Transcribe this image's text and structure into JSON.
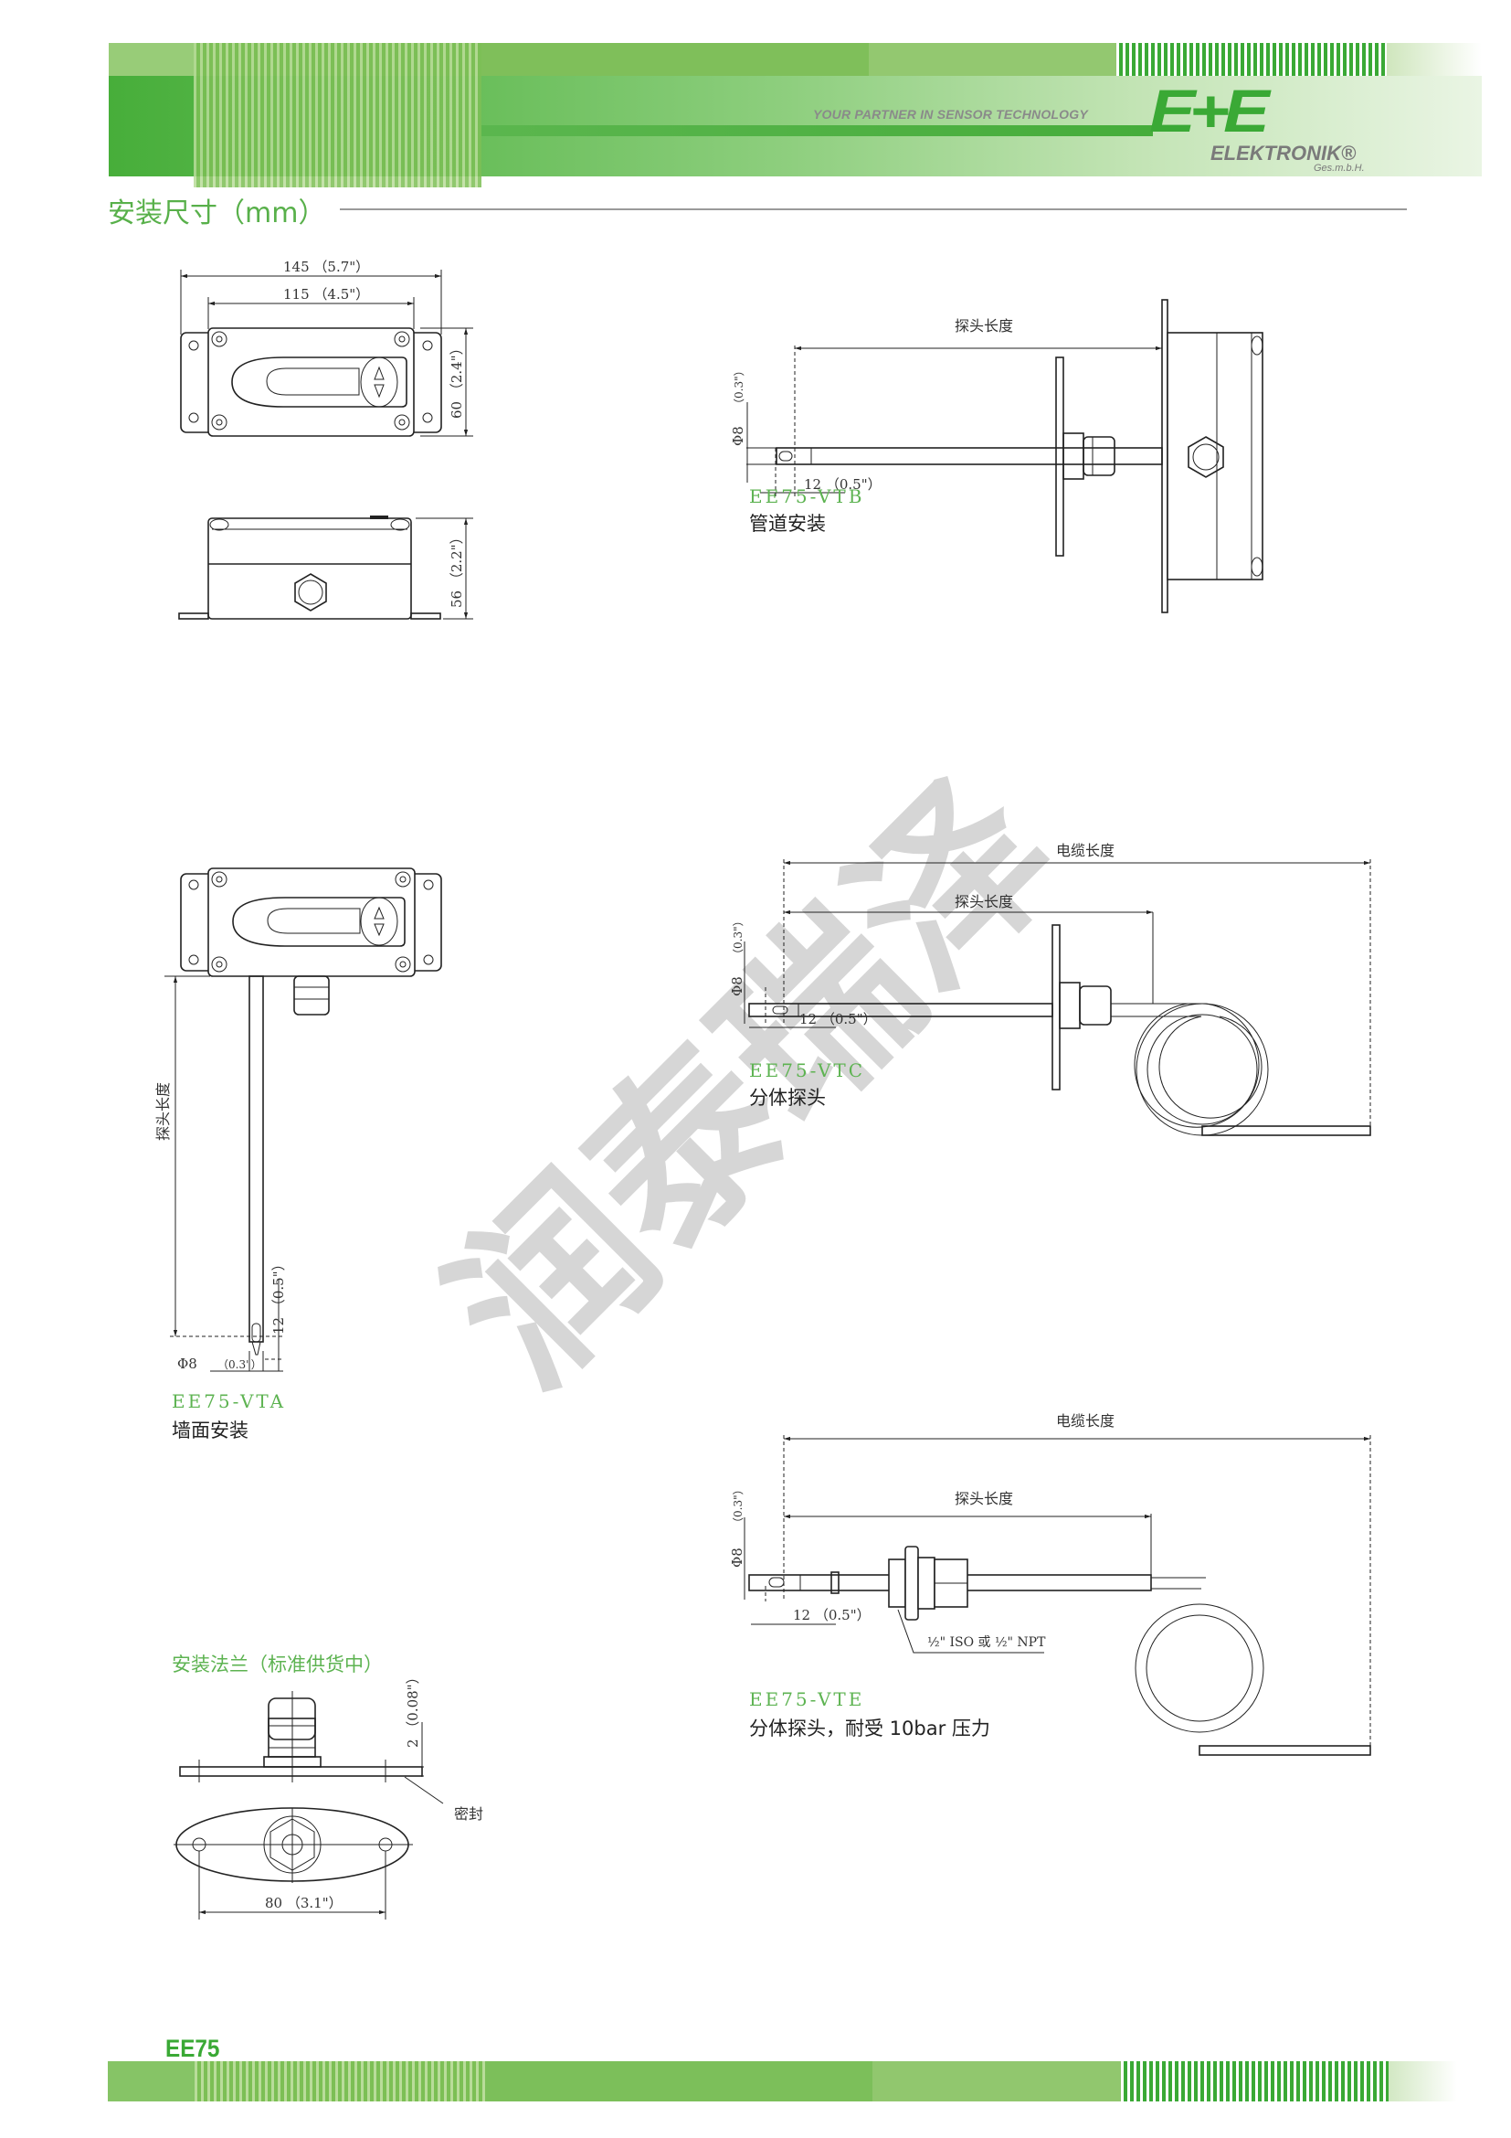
{
  "header": {
    "tagline": "YOUR PARTNER IN SENSOR TECHNOLOGY",
    "logo_mark": "E+E",
    "logo_name": "ELEKTRONIK®",
    "logo_sub": "Ges.m.b.H.",
    "brand_color": "#3aa935"
  },
  "section_title": "安装尺寸（mm）",
  "watermark": "润泰瑞泽",
  "housing": {
    "width_outer": "145 （5.7\"）",
    "width_inner": "115 （4.5\"）",
    "height_front": "60 （2.4\"）",
    "height_side": "56 （2.2\"）"
  },
  "vtb": {
    "probe_length": "探头长度",
    "diameter": "Φ8",
    "diameter_in": "（0.3\"）",
    "tip": "12 （0.5\"）",
    "model": "EE75-VTB",
    "desc": "管道安装"
  },
  "vtc": {
    "cable_length": "电缆长度",
    "probe_length": "探头长度",
    "diameter": "Φ8",
    "diameter_in": "（0.3\"）",
    "tip": "12 （0.5\"）",
    "model": "EE75-VTC",
    "desc": "分体探头"
  },
  "vta": {
    "probe_length": "探头长度",
    "tip": "12 （0.5\"）",
    "diameter": "Φ8",
    "diameter_in": "（0.3\"）",
    "model": "EE75-VTA",
    "desc": "墙面安装"
  },
  "vte": {
    "cable_length": "电缆长度",
    "probe_length": "探头长度",
    "diameter": "Φ8",
    "diameter_in": "（0.3\"）",
    "tip": "12 （0.5\"）",
    "thread": "½\" ISO 或 ½\" NPT",
    "model": "EE75-VTE",
    "desc": "分体探头，耐受 10bar 压力"
  },
  "flange": {
    "title": "安装法兰（标准供货中）",
    "thickness": "2 （0.08\"）",
    "seal": "密封",
    "spacing": "80 （3.1\"）"
  },
  "footer": {
    "product_code": "EE75"
  }
}
